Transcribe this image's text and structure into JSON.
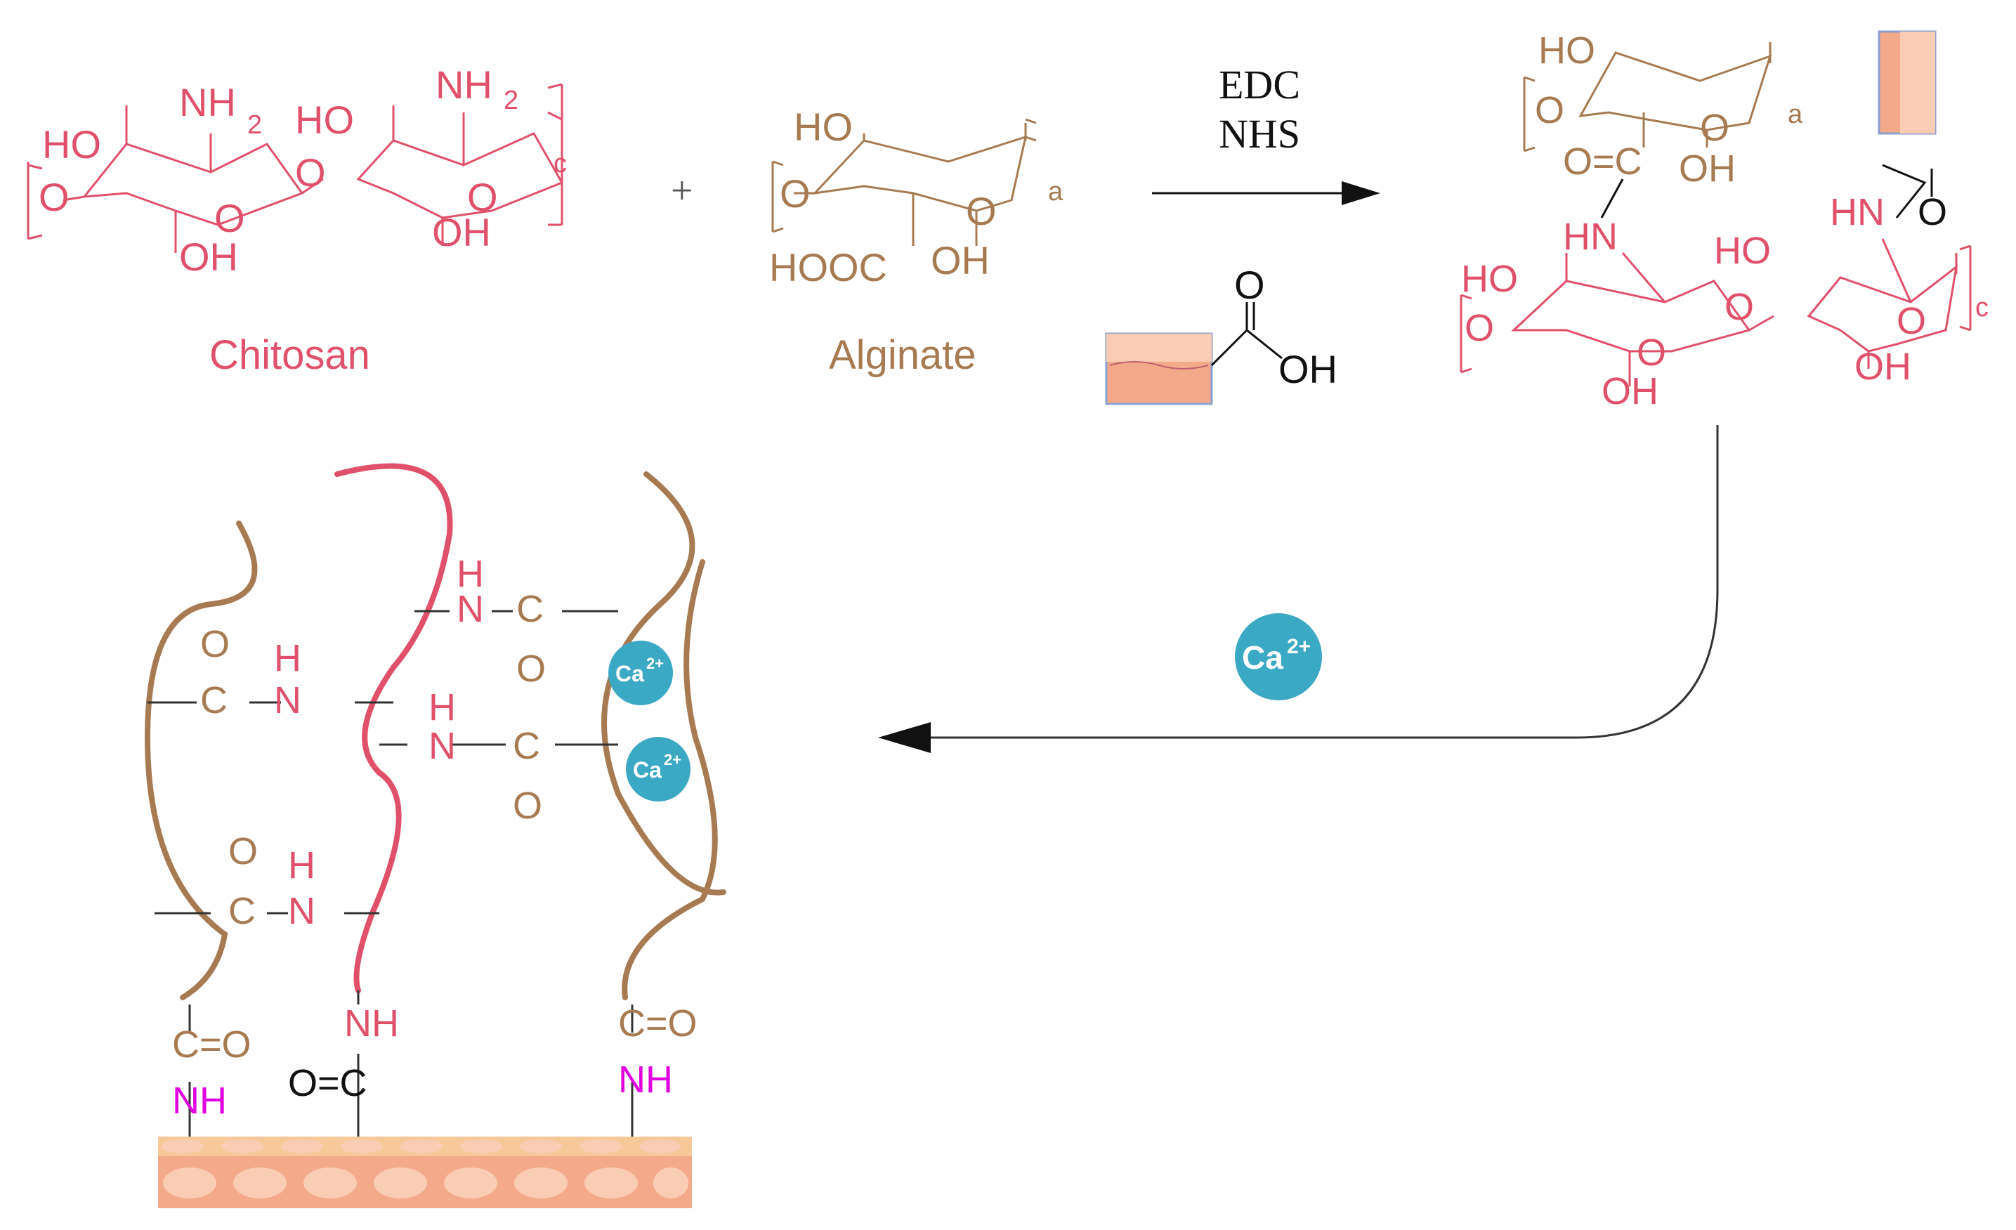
{
  "colors": {
    "chitosan": "#e0506a",
    "alginate": "#a87a52",
    "black": "#111111",
    "linker": "#e000e0",
    "calcium": "#3ba8c4",
    "tissue_top": "#f7c89a",
    "tissue_bottom": "#f3a98a",
    "tissue_cells": "#f9cdb4"
  },
  "labels": {
    "chitosan": "Chitosan",
    "alginate": "Alginate",
    "plus": "+",
    "reagent1": "EDC",
    "reagent2": "NHS",
    "calcium": "Ca",
    "calcium_charge": "2+"
  },
  "atoms": {
    "HO": "HO",
    "OH": "OH",
    "O": "O",
    "NH2": "NH",
    "sub2": "2",
    "HOOC": "HOOC",
    "HN": "HN",
    "NH": "NH",
    "H": "H",
    "N": "N",
    "C": "C",
    "OeqC": "O=C",
    "CeqO": "C=O",
    "c": "c",
    "a": "a",
    "N_C": "N–C",
    "C_N": "C–N"
  },
  "icons": [
    "tissue-icon",
    "calcium-ion-icon",
    "reaction-arrow-icon"
  ]
}
